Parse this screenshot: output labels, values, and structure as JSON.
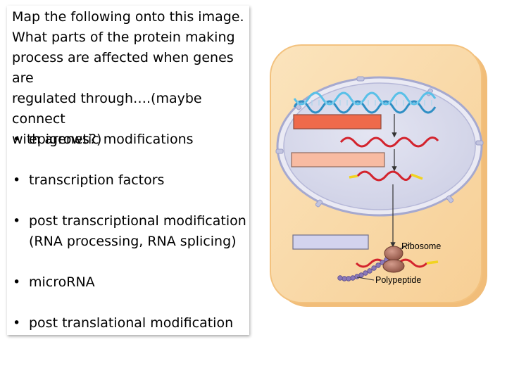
{
  "slide": {
    "prompt": "Map the following onto this image.\nWhat parts of the protein making\nprocess are affected when genes are\nregulated through….(maybe connect\nwith arrows?)",
    "bullets": [
      {
        "lines": [
          "epigenetic modifications"
        ]
      },
      {
        "lines": [
          "transcription factors"
        ]
      },
      {
        "lines": [
          "post transcriptional modification",
          "(RNA processing, RNA splicing)"
        ]
      },
      {
        "lines": [
          "microRNA"
        ]
      },
      {
        "lines": [
          "post translational modification"
        ]
      }
    ],
    "bullet_symbol": "•"
  },
  "diagram": {
    "labels": {
      "ribosome": "Ribosome",
      "polypeptide": "Polypeptide"
    },
    "colors": {
      "cell_fill": "#f9d9a9",
      "cell_border": "#f1b873",
      "nucleus_fill": "#d8d9ea",
      "nucleus_border": "#a6a9cf",
      "dna": "#3aa7d8",
      "mrna": "#d3232d",
      "cap_tail": "#f1d320",
      "box_transcription": "#ef6a4b",
      "box_processing": "#f8bba2",
      "box_translation": "#d3d3ee",
      "ribosome": "#b1705f",
      "polypeptide": "#8a78b8"
    }
  }
}
